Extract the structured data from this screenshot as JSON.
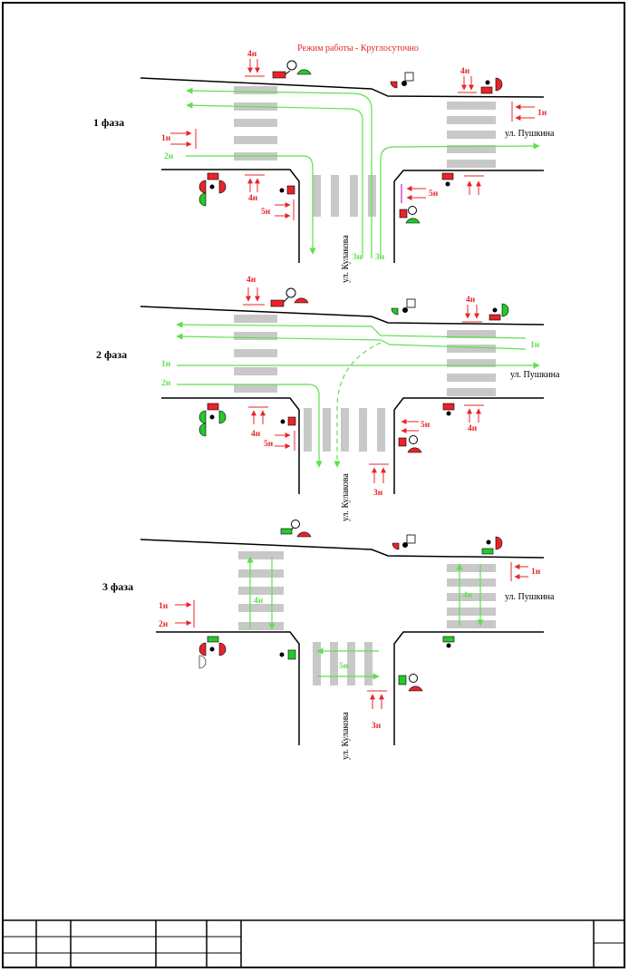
{
  "mode_text": "Режим работы - Круглосуточно",
  "street_east": "ул. Пушкина",
  "street_south": "ул. Кулакова",
  "phases": [
    {
      "title": "1 фаза",
      "labels": {
        "lane1": "1н",
        "lane2": "2н",
        "lane3a": "3н",
        "lane3b": "3н",
        "ped4a": "4н",
        "ped4b": "4н",
        "ped4c": "4н",
        "ped5a": "5н",
        "ped5b": "5н",
        "east1": "1н"
      }
    },
    {
      "title": "2 фаза",
      "labels": {
        "lane1": "1н",
        "lane2": "2н",
        "lane3": "3н",
        "ped4a": "4н",
        "ped4b": "4н",
        "ped4c": "4н",
        "ped5a": "5н",
        "ped5b": "5н",
        "east1": "1н"
      }
    },
    {
      "title": "3 фаза",
      "labels": {
        "west1": "1н",
        "west2": "2н",
        "ped4w": "4н",
        "ped4e": "4н",
        "east1": "1н",
        "ped5": "5н",
        "south3": "3н"
      }
    }
  ],
  "colors": {
    "red": "#e8242a",
    "green": "#26c82a",
    "light_green": "#7ee86e",
    "crosswalk": "#c8c8c8"
  },
  "title_block": {
    "cells": [
      "",
      "",
      "",
      "",
      "",
      ""
    ]
  }
}
